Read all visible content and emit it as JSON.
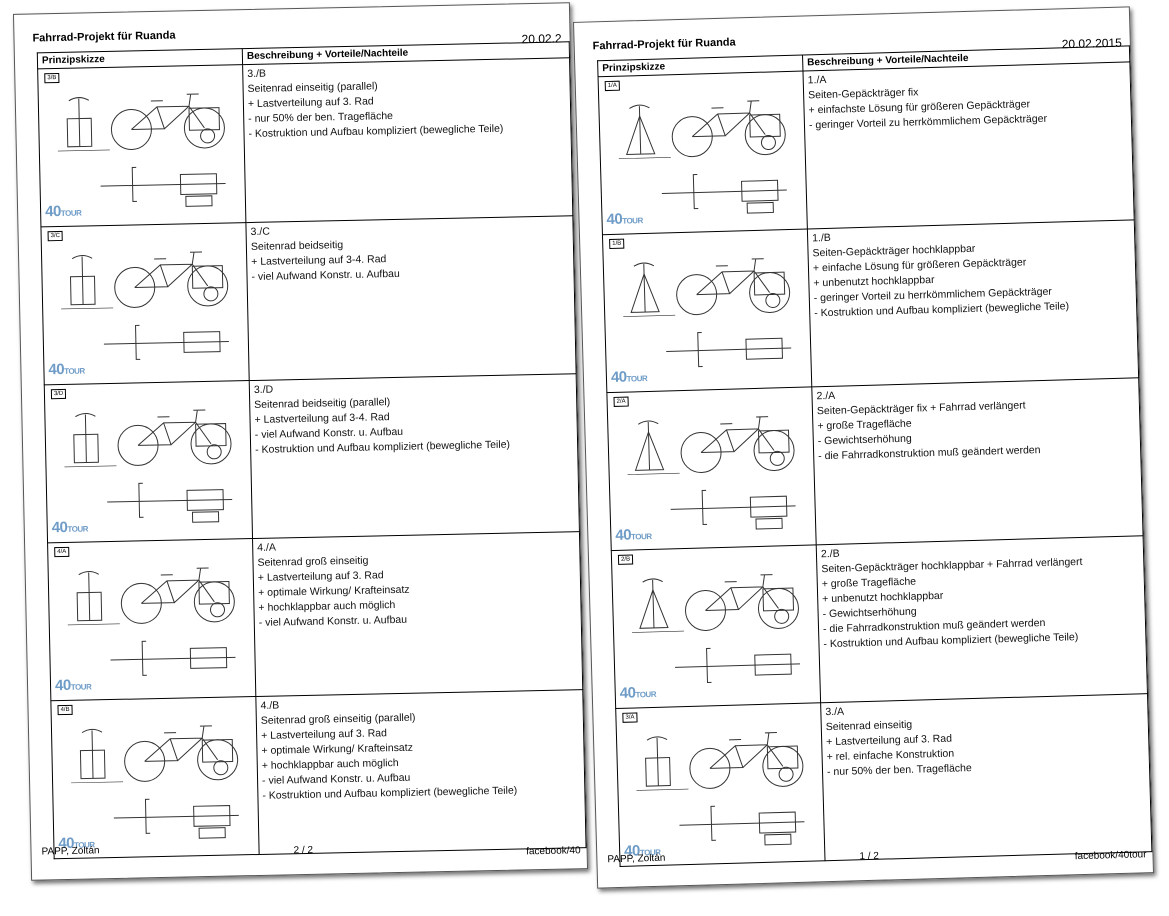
{
  "pages": [
    {
      "id": "left",
      "title": "Fahrrad-Projekt für Ruanda",
      "date": "20.02.2",
      "col_sketch": "Prinzipskizze",
      "col_desc": "Beschreibung + Vorteile/Nachteile",
      "rows": [
        {
          "code": "3/B",
          "lines": [
            "3./B",
            "Seitenrad einseitig (parallel)",
            "+ Lastverteilung auf 3. Rad",
            "- nur 50% der ben. Tragefläche",
            "- Kostruktion und Aufbau kompliziert (bewegliche Teile)"
          ]
        },
        {
          "code": "3/C",
          "lines": [
            "3./C",
            "Seitenrad beidseitig",
            "+ Lastverteilung auf 3-4. Rad",
            "- viel Aufwand Konstr. u. Aufbau"
          ]
        },
        {
          "code": "3/D",
          "lines": [
            "3./D",
            "Seitenrad beidseitig (parallel)",
            "+ Lastverteilung auf 3-4. Rad",
            "- viel Aufwand Konstr. u. Aufbau",
            "- Kostruktion und Aufbau kompliziert (bewegliche Teile)"
          ]
        },
        {
          "code": "4/A",
          "lines": [
            "4./A",
            "Seitenrad groß einseitig",
            "+ Lastverteilung auf 3. Rad",
            "+ optimale Wirkung/ Krafteinsatz",
            "+ hochklappbar auch möglich",
            "- viel Aufwand Konstr. u. Aufbau"
          ]
        },
        {
          "code": "4/B",
          "lines": [
            "4./B",
            "Seitenrad groß einseitig (parallel)",
            "+ Lastverteilung auf 3. Rad",
            "+ optimale Wirkung/ Krafteinsatz",
            "+ hochklappbar auch möglich",
            "- viel Aufwand Konstr. u. Aufbau",
            "- Kostruktion und Aufbau kompliziert (bewegliche Teile)"
          ]
        }
      ],
      "author": "PAPP, Zoltán",
      "page_no": "2 / 2",
      "facebook": "facebook/40"
    },
    {
      "id": "right",
      "title": "Fahrrad-Projekt für Ruanda",
      "date": "20.02.2015",
      "col_sketch": "Prinzipskizze",
      "col_desc": "Beschreibung + Vorteile/Nachteile",
      "rows": [
        {
          "code": "1/A",
          "lines": [
            "1./A",
            "Seiten-Gepäckträger fix",
            "+ einfachste Lösung für größeren Gepäckträger",
            "- geringer Vorteil zu herrkömmlichem Gepäckträger"
          ]
        },
        {
          "code": "1/B",
          "lines": [
            "1./B",
            "Seiten-Gepäckträger hochklappbar",
            "+ einfache Lösung für größeren Gepäckträger",
            "+ unbenutzt hochklappbar",
            "- geringer Vorteil zu herrkömmlichem Gepäckträger",
            "- Kostruktion und Aufbau kompliziert (bewegliche Teile)"
          ]
        },
        {
          "code": "2/A",
          "lines": [
            "2./A",
            "Seiten-Gepäckträger fix + Fahrrad verlängert",
            "+ große Tragefläche",
            "- Gewichtserhöhung",
            "- die Fahrradkonstruktion muß geändert werden"
          ]
        },
        {
          "code": "2/B",
          "lines": [
            "2./B",
            "Seiten-Gepäckträger hochklappbar + Fahrrad verlängert",
            "+ große Tragefläche",
            "+ unbenutzt hochklappbar",
            "- Gewichtserhöhung",
            "- die Fahrradkonstruktion muß geändert werden",
            "- Kostruktion und Aufbau kompliziert (bewegliche Teile)"
          ]
        },
        {
          "code": "3/A",
          "lines": [
            "3./A",
            "Seitenrad einseitig",
            "+ Lastverteilung auf 3. Rad",
            "+ rel. einfache Konstruktion",
            "- nur 50% der ben. Tragefläche"
          ]
        }
      ],
      "author": "PAPP, Zoltán",
      "page_no": "1 / 2",
      "facebook": "facebook/40tour"
    }
  ],
  "logo": {
    "main": "40",
    "sub": "TOUR"
  },
  "colors": {
    "logo": "#6f9cc7",
    "line": "#000000"
  }
}
